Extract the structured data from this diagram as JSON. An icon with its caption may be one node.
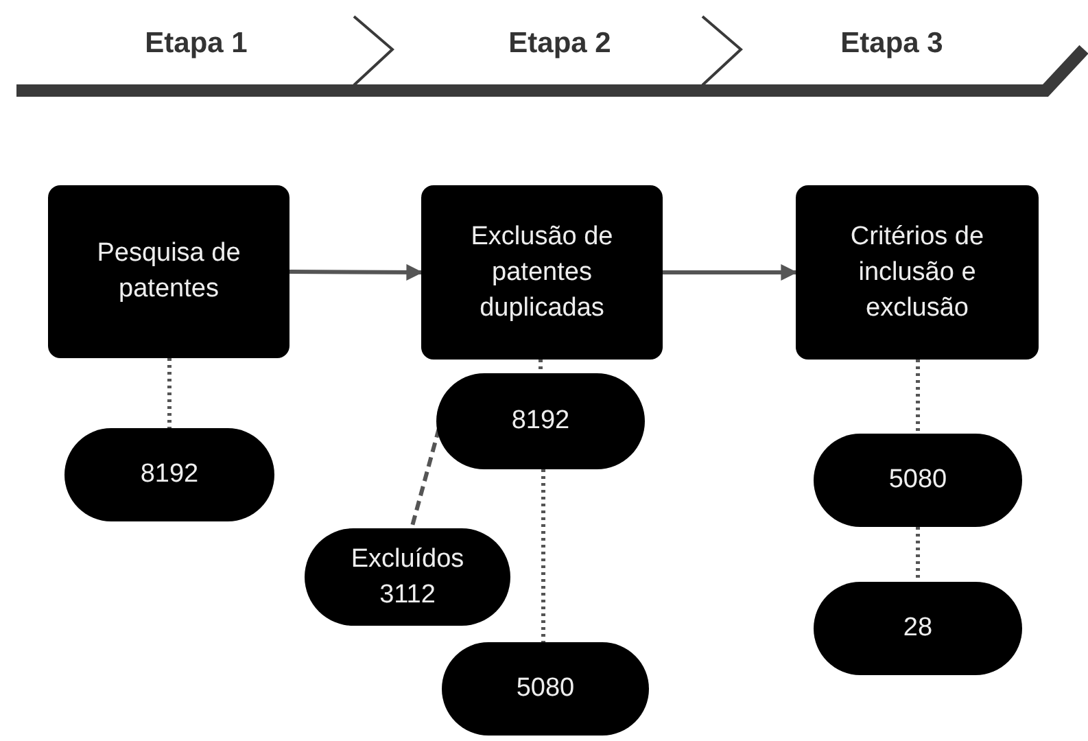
{
  "diagram": {
    "nodes": [
      {
        "text": [
          "Pesquisa de patentes"
        ]
      },
      {
        "text": [
          "Exclusão de patentes duplicadas"
        ]
      },
      {
        "text": [
          "Critérios de inclusão e exclusão"
        ]
      },
      {
        "text": [
          "8192"
        ]
      },
      {
        "text": [
          "8192"
        ]
      },
      {
        "text": [
          "Excluídos 3112"
        ]
      },
      {
        "text": [
          "5080"
        ]
      },
      {
        "text": [
          "5080"
        ]
      },
      {
        "text": [
          "28"
        ]
      }
    ],
    "edges": [
      {
        "from": 0,
        "to": 1,
        "arrow": "to"
      },
      {
        "from": 1,
        "to": 2,
        "arrow": "to"
      },
      {
        "from": 0,
        "to": 3,
        "arrow": "none",
        "style": "dashed"
      },
      {
        "from": 1,
        "to": 4,
        "arrow": "none",
        "style": "dashed"
      },
      {
        "from": 4,
        "to": 5,
        "arrow": "none",
        "style": "dashed"
      },
      {
        "from": 4,
        "to": 6,
        "arrow": "none",
        "style": "dashed"
      },
      {
        "from": 2,
        "to": 7,
        "arrow": "none",
        "style": "dashed"
      },
      {
        "from": 7,
        "to": 8,
        "arrow": "none",
        "style": "dashed"
      }
    ],
    "labels": [
      "Etapa 1",
      "Etapa 2",
      "Etapa 3"
    ]
  }
}
